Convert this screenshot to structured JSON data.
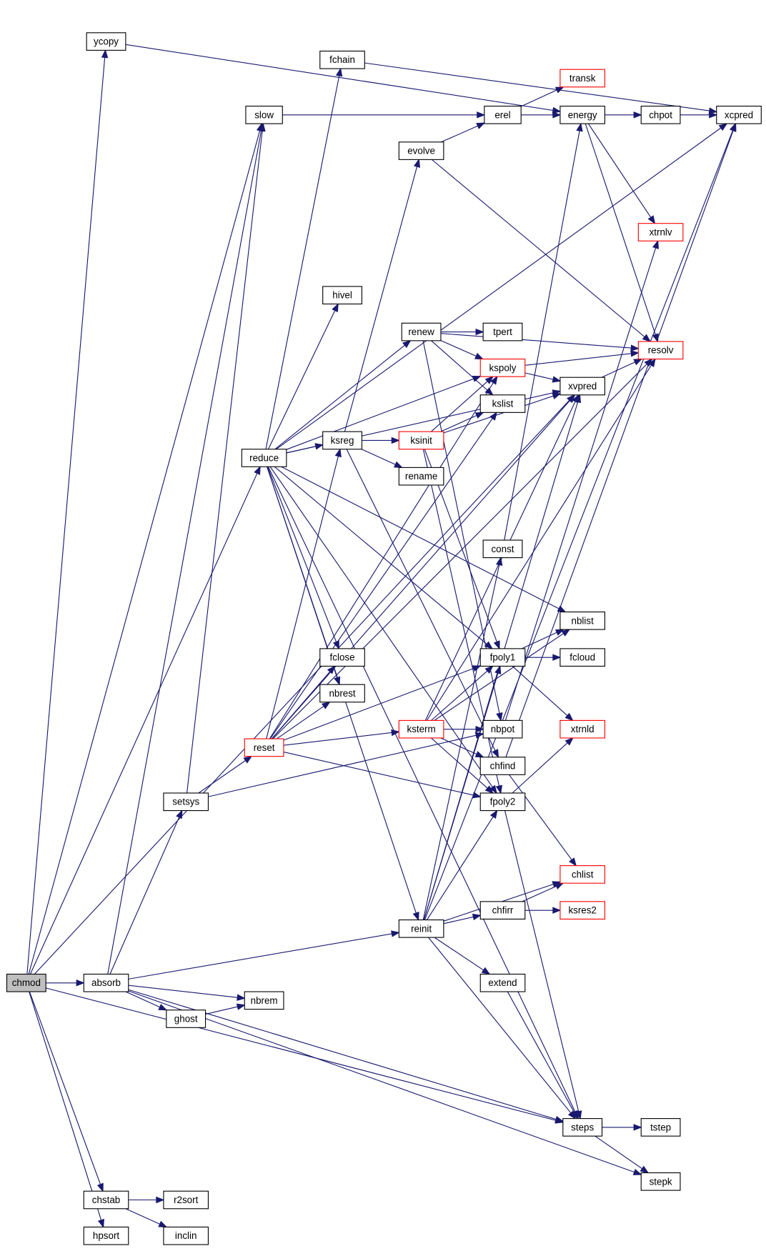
{
  "nodes": [
    {
      "id": "chmod",
      "label": "chmod",
      "root": true
    },
    {
      "id": "ycopy",
      "label": "ycopy"
    },
    {
      "id": "fchain",
      "label": "fchain"
    },
    {
      "id": "slow",
      "label": "slow"
    },
    {
      "id": "erel",
      "label": "erel"
    },
    {
      "id": "transk",
      "label": "transk",
      "incomplete": true
    },
    {
      "id": "energy",
      "label": "energy"
    },
    {
      "id": "chpot",
      "label": "chpot"
    },
    {
      "id": "xcpred",
      "label": "xcpred"
    },
    {
      "id": "evolve",
      "label": "evolve"
    },
    {
      "id": "xtrnlv",
      "label": "xtrnlv",
      "incomplete": true
    },
    {
      "id": "hivel",
      "label": "hivel"
    },
    {
      "id": "renew",
      "label": "renew"
    },
    {
      "id": "tpert",
      "label": "tpert"
    },
    {
      "id": "resolv",
      "label": "resolv",
      "incomplete": true
    },
    {
      "id": "kspoly",
      "label": "kspoly",
      "incomplete": true
    },
    {
      "id": "xvpred",
      "label": "xvpred"
    },
    {
      "id": "kslist",
      "label": "kslist"
    },
    {
      "id": "ksreg",
      "label": "ksreg"
    },
    {
      "id": "ksinit",
      "label": "ksinit",
      "incomplete": true
    },
    {
      "id": "reduce",
      "label": "reduce"
    },
    {
      "id": "rename",
      "label": "rename"
    },
    {
      "id": "const",
      "label": "const"
    },
    {
      "id": "nblist",
      "label": "nblist"
    },
    {
      "id": "fclose",
      "label": "fclose"
    },
    {
      "id": "fpoly1",
      "label": "fpoly1"
    },
    {
      "id": "fcloud",
      "label": "fcloud"
    },
    {
      "id": "nbrest",
      "label": "nbrest"
    },
    {
      "id": "ksterm",
      "label": "ksterm",
      "incomplete": true
    },
    {
      "id": "nbpot",
      "label": "nbpot"
    },
    {
      "id": "xtrnld",
      "label": "xtrnld",
      "incomplete": true
    },
    {
      "id": "reset",
      "label": "reset",
      "incomplete": true
    },
    {
      "id": "chfind",
      "label": "chfind"
    },
    {
      "id": "setsys",
      "label": "setsys"
    },
    {
      "id": "fpoly2",
      "label": "fpoly2"
    },
    {
      "id": "chlist",
      "label": "chlist",
      "incomplete": true
    },
    {
      "id": "chfirr",
      "label": "chfirr"
    },
    {
      "id": "ksres2",
      "label": "ksres2",
      "incomplete": true
    },
    {
      "id": "reinit",
      "label": "reinit"
    },
    {
      "id": "absorb",
      "label": "absorb"
    },
    {
      "id": "extend",
      "label": "extend"
    },
    {
      "id": "ghost",
      "label": "ghost"
    },
    {
      "id": "nbrem",
      "label": "nbrem"
    },
    {
      "id": "steps",
      "label": "steps"
    },
    {
      "id": "tstep",
      "label": "tstep"
    },
    {
      "id": "stepk",
      "label": "stepk"
    },
    {
      "id": "chstab",
      "label": "chstab"
    },
    {
      "id": "r2sort",
      "label": "r2sort"
    },
    {
      "id": "hpsort",
      "label": "hpsort"
    },
    {
      "id": "inclin",
      "label": "inclin"
    }
  ],
  "edges": [
    [
      "chmod",
      "ycopy"
    ],
    [
      "chmod",
      "slow"
    ],
    [
      "chmod",
      "xvpred"
    ],
    [
      "chmod",
      "reduce"
    ],
    [
      "chmod",
      "absorb"
    ],
    [
      "chmod",
      "steps"
    ],
    [
      "chmod",
      "chstab"
    ],
    [
      "chmod",
      "hpsort"
    ],
    [
      "ycopy",
      "energy"
    ],
    [
      "fchain",
      "xcpred"
    ],
    [
      "slow",
      "erel"
    ],
    [
      "erel",
      "transk"
    ],
    [
      "erel",
      "energy"
    ],
    [
      "energy",
      "chpot"
    ],
    [
      "energy",
      "xtrnlv"
    ],
    [
      "energy",
      "resolv"
    ],
    [
      "chpot",
      "xcpred"
    ],
    [
      "evolve",
      "erel"
    ],
    [
      "evolve",
      "resolv"
    ],
    [
      "absorb",
      "slow"
    ],
    [
      "absorb",
      "setsys"
    ],
    [
      "absorb",
      "reinit"
    ],
    [
      "absorb",
      "nbrem"
    ],
    [
      "absorb",
      "ghost"
    ],
    [
      "absorb",
      "steps"
    ],
    [
      "absorb",
      "stepk"
    ],
    [
      "ghost",
      "nbrem"
    ],
    [
      "chstab",
      "r2sort"
    ],
    [
      "chstab",
      "inclin"
    ],
    [
      "reduce",
      "fchain"
    ],
    [
      "reduce",
      "xcpred"
    ],
    [
      "reduce",
      "hivel"
    ],
    [
      "reduce",
      "renew"
    ],
    [
      "reduce",
      "xvpred"
    ],
    [
      "reduce",
      "ksreg"
    ],
    [
      "reduce",
      "kspoly"
    ],
    [
      "reduce",
      "nblist"
    ],
    [
      "reduce",
      "fpoly1"
    ],
    [
      "reduce",
      "fclose"
    ],
    [
      "reduce",
      "nbrest"
    ],
    [
      "reduce",
      "fpoly2"
    ],
    [
      "reduce",
      "reinit"
    ],
    [
      "reduce",
      "steps"
    ],
    [
      "renew",
      "tpert"
    ],
    [
      "renew",
      "resolv"
    ],
    [
      "renew",
      "kspoly"
    ],
    [
      "renew",
      "kslist"
    ],
    [
      "renew",
      "nbpot"
    ],
    [
      "kspoly",
      "resolv"
    ],
    [
      "kspoly",
      "xvpred"
    ],
    [
      "xvpred",
      "resolv"
    ],
    [
      "ksreg",
      "ksinit"
    ],
    [
      "ksreg",
      "rename"
    ],
    [
      "ksreg",
      "evolve"
    ],
    [
      "ksreg",
      "chfind"
    ],
    [
      "ksinit",
      "kspoly"
    ],
    [
      "ksinit",
      "kslist"
    ],
    [
      "ksinit",
      "xvpred"
    ],
    [
      "ksinit",
      "fpoly1"
    ],
    [
      "ksinit",
      "fpoly2"
    ],
    [
      "reset",
      "ksreg"
    ],
    [
      "reset",
      "fclose"
    ],
    [
      "reset",
      "nbrest"
    ],
    [
      "reset",
      "kslist"
    ],
    [
      "reset",
      "xvpred"
    ],
    [
      "reset",
      "ksterm"
    ],
    [
      "reset",
      "fpoly1"
    ],
    [
      "reset",
      "fpoly2"
    ],
    [
      "reset",
      "resolv"
    ],
    [
      "reset",
      "kspoly"
    ],
    [
      "ksterm",
      "fpoly1"
    ],
    [
      "ksterm",
      "nblist"
    ],
    [
      "ksterm",
      "nbpot"
    ],
    [
      "ksterm",
      "chfind"
    ],
    [
      "ksterm",
      "fpoly2"
    ],
    [
      "ksterm",
      "xvpred"
    ],
    [
      "ksterm",
      "resolv"
    ],
    [
      "fpoly1",
      "nblist"
    ],
    [
      "fpoly1",
      "fcloud"
    ],
    [
      "fpoly1",
      "xtrnld"
    ],
    [
      "nbpot",
      "xtrnlv"
    ],
    [
      "chfind",
      "chlist"
    ],
    [
      "chfind",
      "xcpred"
    ],
    [
      "fpoly2",
      "xtrnld"
    ],
    [
      "fpoly2",
      "steps"
    ],
    [
      "setsys",
      "slow"
    ],
    [
      "setsys",
      "reset"
    ],
    [
      "setsys",
      "nbpot"
    ],
    [
      "reinit",
      "const"
    ],
    [
      "reinit",
      "fpoly1"
    ],
    [
      "reinit",
      "fpoly2"
    ],
    [
      "reinit",
      "xvpred"
    ],
    [
      "reinit",
      "chlist"
    ],
    [
      "reinit",
      "chfirr"
    ],
    [
      "reinit",
      "extend"
    ],
    [
      "reinit",
      "steps"
    ],
    [
      "reinit",
      "xcpred"
    ],
    [
      "const",
      "energy"
    ],
    [
      "chfirr",
      "chlist"
    ],
    [
      "chfirr",
      "ksres2"
    ],
    [
      "extend",
      "steps"
    ],
    [
      "steps",
      "tstep"
    ],
    [
      "steps",
      "stepk"
    ]
  ],
  "colors": {
    "edge": "#191970",
    "incomplete_border": "#ff0000",
    "root_fill": "#bfbfbf"
  }
}
